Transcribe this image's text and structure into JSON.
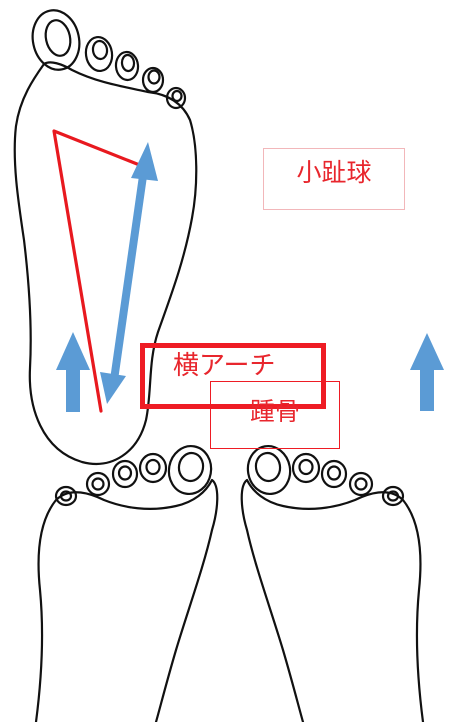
{
  "labels": {
    "small_toe_ball": "小趾球",
    "transverse_arch": "横アーチ",
    "heel": "踵骨"
  },
  "colors": {
    "outline": "#111111",
    "triangle": "#e8191f",
    "arrow": "#5b9bd5",
    "label_text": "#e8262d"
  }
}
